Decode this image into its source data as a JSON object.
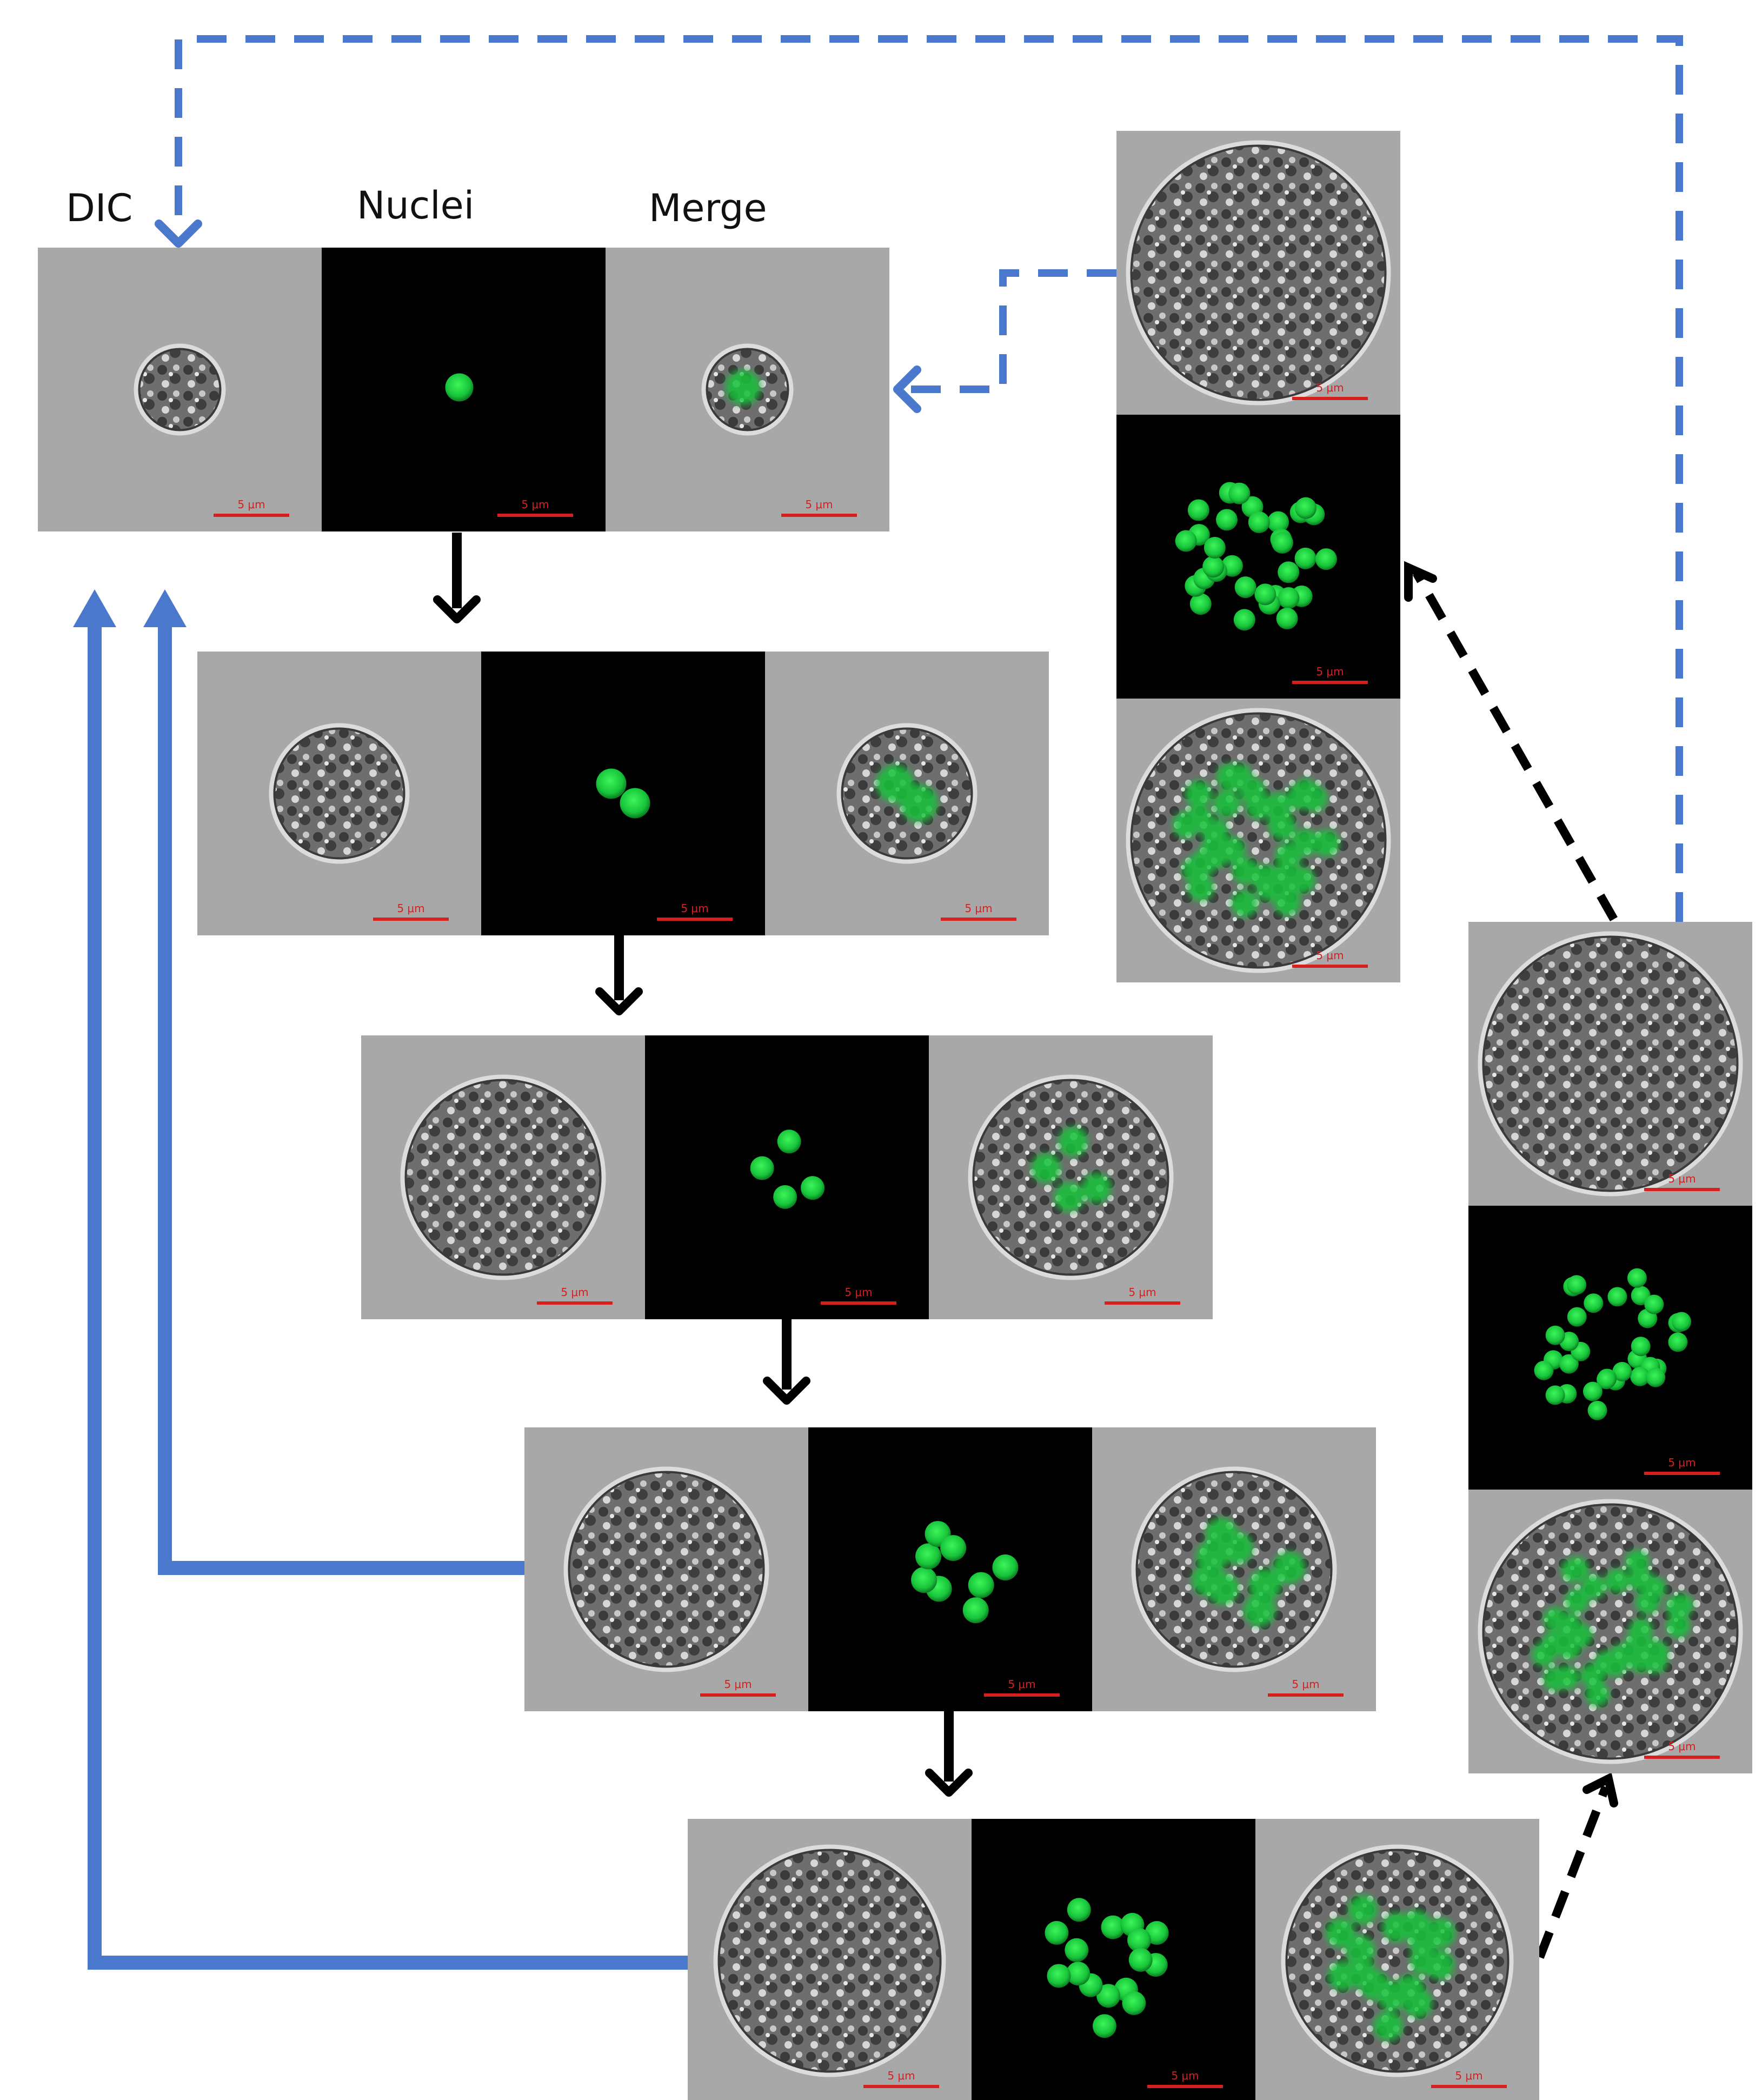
{
  "column_labels": {
    "dic": "DIC",
    "nuclei": "Nuclei",
    "merge": "Merge"
  },
  "scale_bar_label": "5 μm",
  "colors": {
    "cycle_arrow_blue": "#4a78cc",
    "progression_arrow_black": "#000000",
    "nuclei_green": "#18c43a",
    "dic_background": "#a8a8a8",
    "fluorescence_background": "#000000",
    "scale_bar_red": "#d62020"
  },
  "stages": [
    {
      "stage": "1 nucleus",
      "nuclei_count": 1
    },
    {
      "stage": "2 nuclei",
      "nuclei_count": 2
    },
    {
      "stage": "4 nuclei",
      "nuclei_count": 4
    },
    {
      "stage": "8 nuclei",
      "nuclei_count": 8
    },
    {
      "stage": "16 nuclei",
      "nuclei_count": 16
    },
    {
      "stage": "~32 nuclei (A)",
      "nuclei_count": 32
    },
    {
      "stage": "~32 nuclei (B)",
      "nuclei_count": 32
    }
  ]
}
